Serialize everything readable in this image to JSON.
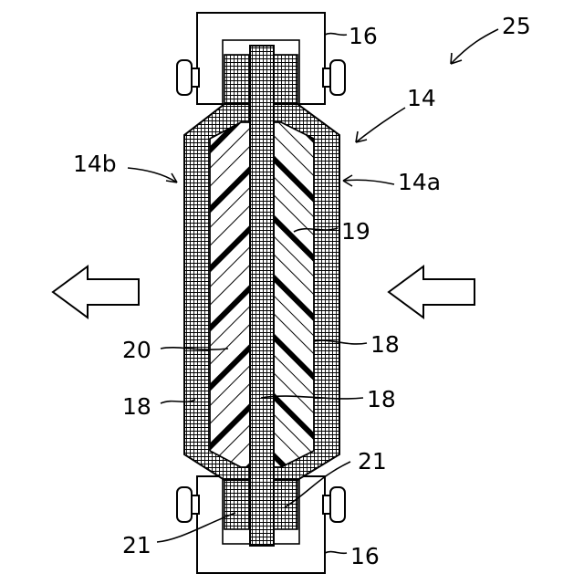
{
  "figure": {
    "labels": {
      "device": "25",
      "cell": "14",
      "cell_side_a": "14a",
      "cell_side_b": "14b",
      "clamp_top": "16",
      "clamp_bottom": "16",
      "membrane": "19",
      "electrode_inner": "20",
      "frame_right": "18",
      "frame_left": "18",
      "frame_center": "18",
      "seal_upper": "21",
      "seal_lower": "21"
    },
    "arrows": {
      "inflow": "arrow pointing left on the right side",
      "outflow": "arrow pointing left on the left side"
    },
    "colors": {
      "stroke": "#000000",
      "background": "#ffffff"
    }
  }
}
